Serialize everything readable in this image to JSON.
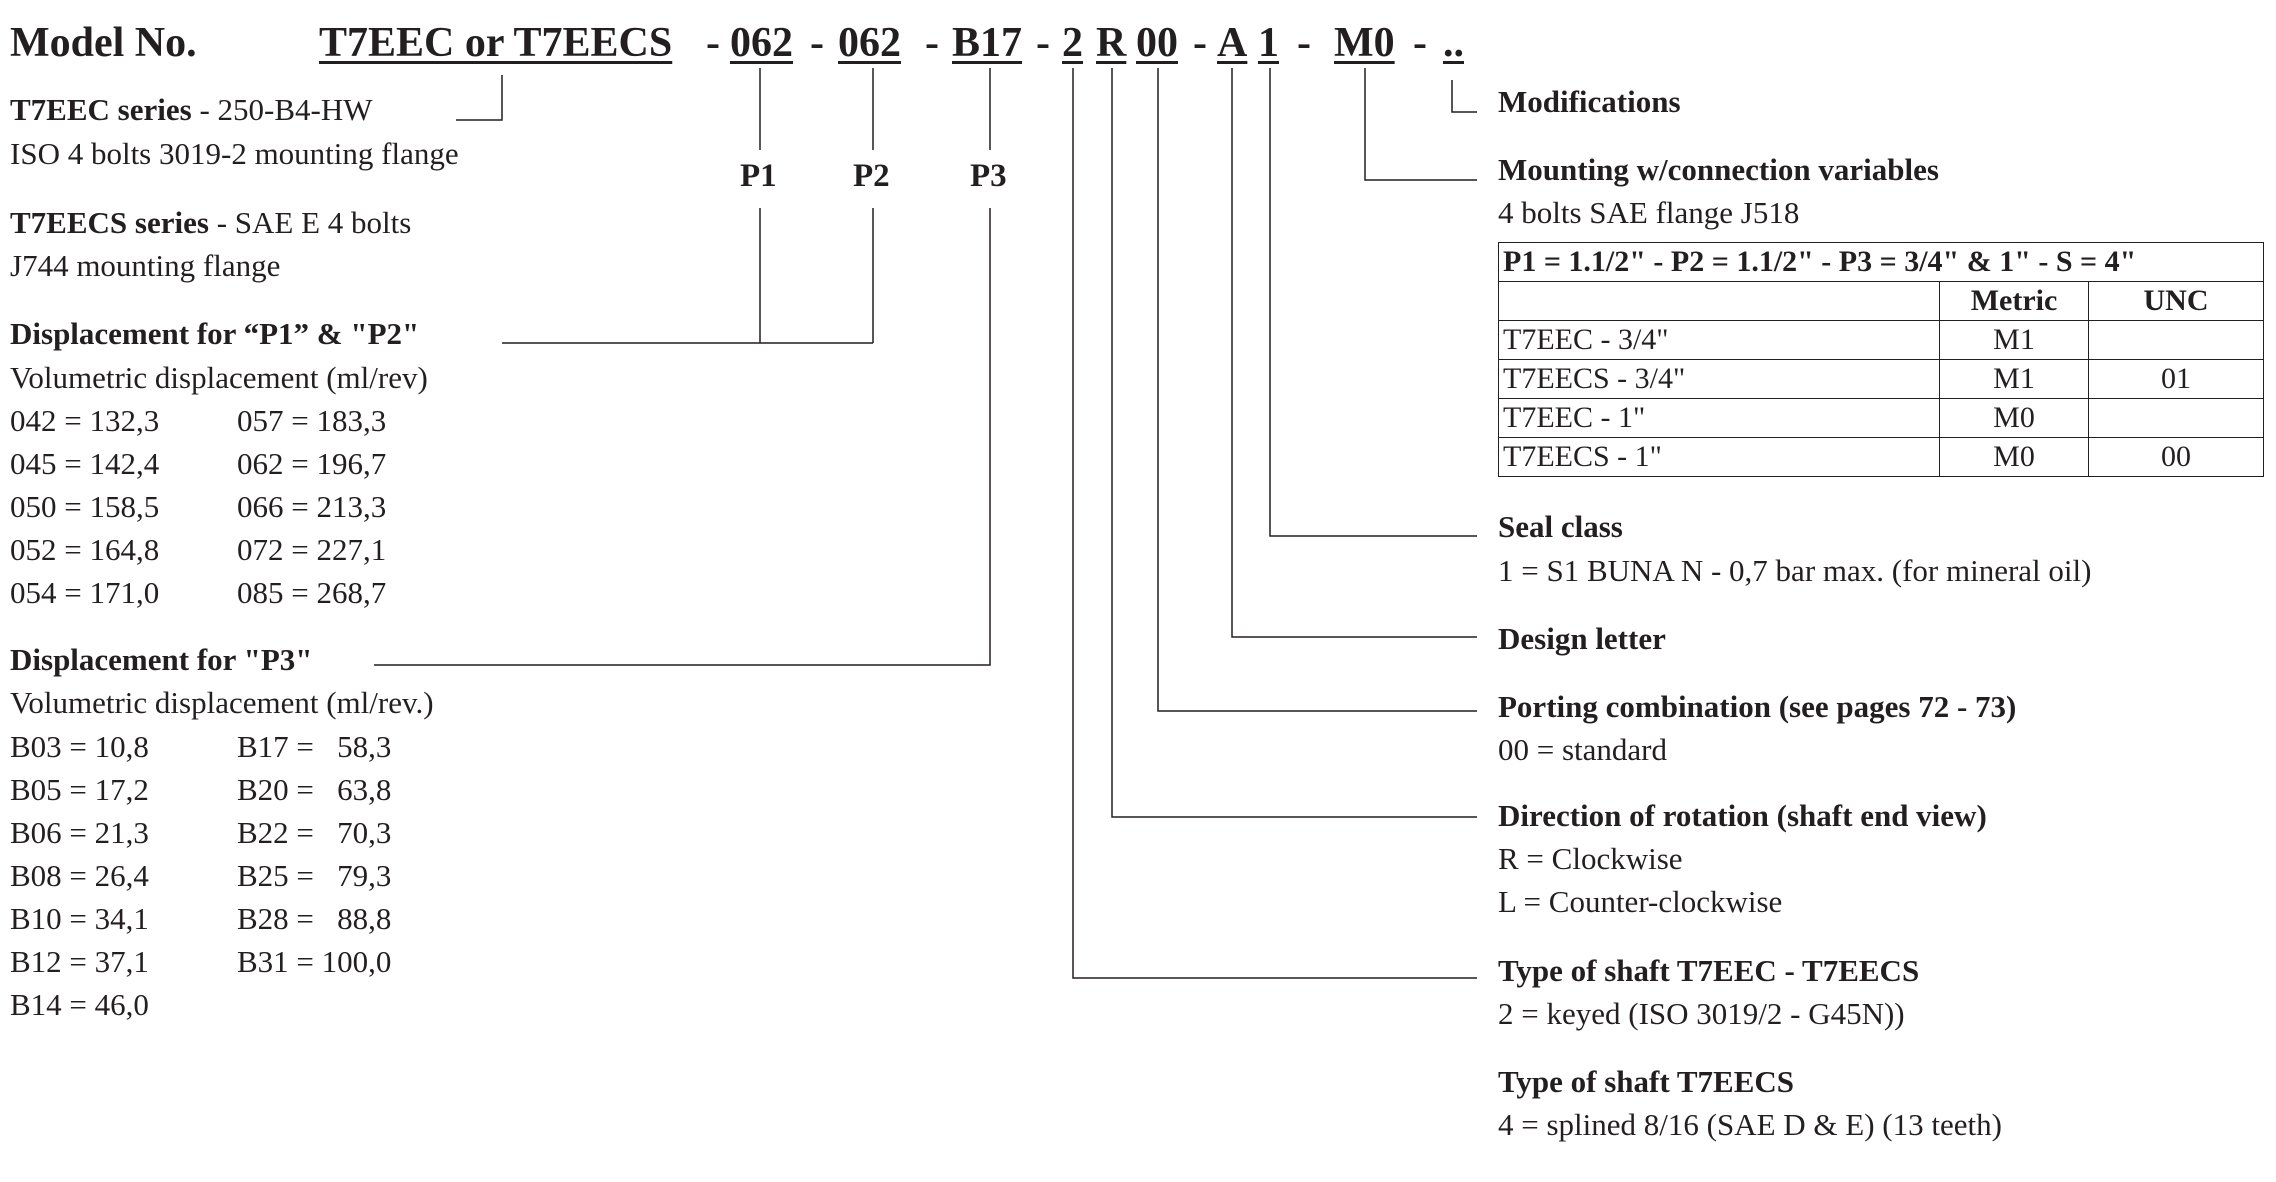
{
  "header": {
    "model_label": "Model No.",
    "code_series": "T7EEC or T7EECS",
    "code_p1": "062",
    "code_p2": "062",
    "code_p3": "B17",
    "code_shaft": "2",
    "code_rotation": "R",
    "code_porting": "00",
    "code_design": "A",
    "code_seal": "1",
    "code_mounting": "M0",
    "code_mod": "..",
    "dash": "-"
  },
  "pump_labels": [
    "P1",
    "P2",
    "P3"
  ],
  "series": {
    "t7eec_bold": "T7EEC series",
    "t7eec_rest": " - 250-B4-HW",
    "t7eec_line2": "ISO 4 bolts 3019-2 mounting flange",
    "t7eecs_bold": "T7EECS series",
    "t7eecs_rest": " - SAE E 4 bolts",
    "t7eecs_line2": "J744 mounting flange"
  },
  "disp_p1p2": {
    "title": "Displacement for “P1” & \"P2\"",
    "subtitle": "Volumetric displacement (ml/rev)",
    "col1": [
      "042 = 132,3",
      "045 = 142,4",
      "050 = 158,5",
      "052 = 164,8",
      "054 = 171,0"
    ],
    "col2": [
      "057 = 183,3",
      "062 = 196,7",
      "066 = 213,3",
      "072 = 227,1",
      "085 = 268,7"
    ]
  },
  "disp_p3": {
    "title": "Displacement for \"P3\"",
    "subtitle": "Volumetric displacement (ml/rev.)",
    "col1": [
      "B03 = 10,8",
      "B05 = 17,2",
      "B06 = 21,3",
      "B08 = 26,4",
      "B10 = 34,1",
      "B12 = 37,1",
      "B14 = 46,0"
    ],
    "col2": [
      "B17 =   58,3",
      "B20 =   63,8",
      "B22 =   70,3",
      "B25 =   79,3",
      "B28 =   88,8",
      "B31 = 100,0"
    ]
  },
  "right": {
    "modifications": "Modifications",
    "mounting_title": "Mounting w/connection variables",
    "mounting_sub": "4 bolts SAE flange J518",
    "seal_title": "Seal class",
    "seal_line": "1 = S1 BUNA N - 0,7 bar max. (for mineral oil)",
    "design_title": "Design letter",
    "porting_title": "Porting combination (see pages 72 - 73)",
    "porting_line": "00 = standard",
    "rotation_title": "Direction of rotation (shaft end view)",
    "rotation_lines": [
      "R = Clockwise",
      "L = Counter-clockwise"
    ],
    "shaft_title": "Type of shaft T7EEC - T7EECS",
    "shaft_line": "2 = keyed (ISO 3019/2 - G45N))",
    "shaft2_title": "Type of shaft T7EECS",
    "shaft2_line": "4 = splined 8/16 (SAE D & E) (13 teeth)"
  },
  "mount_table": {
    "header": "P1 = 1.1/2\" - P2 = 1.1/2\" - P3 = 3/4\" & 1\" - S = 4\"",
    "col_metric": "Metric",
    "col_unc": "UNC",
    "rows": [
      {
        "name": "T7EEC - 3/4\"",
        "metric": "M1",
        "unc": ""
      },
      {
        "name": "T7EECS - 3/4\"",
        "metric": "M1",
        "unc": "01"
      },
      {
        "name": "T7EEC - 1\"",
        "metric": "M0",
        "unc": ""
      },
      {
        "name": "T7EECS - 1\"",
        "metric": "M0",
        "unc": "00"
      }
    ]
  }
}
